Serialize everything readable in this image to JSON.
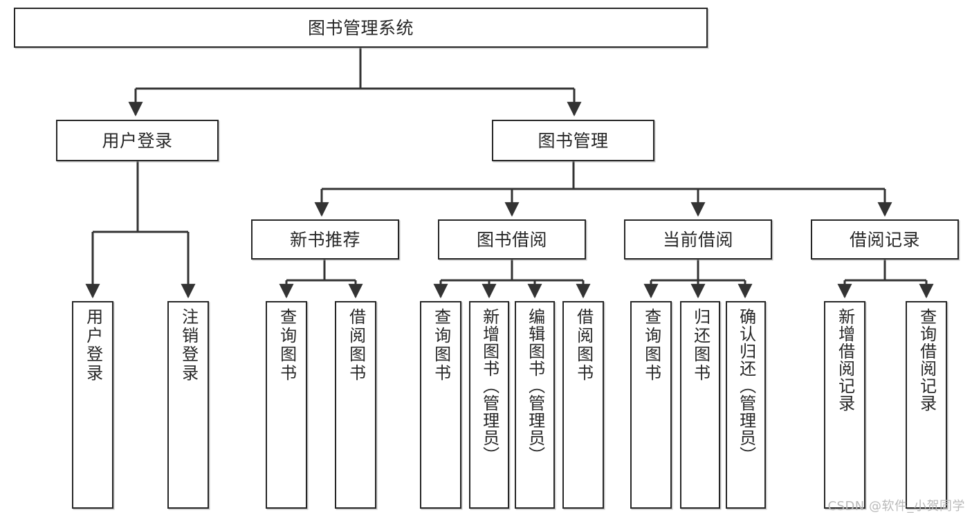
{
  "diagram": {
    "type": "tree",
    "title": "图书管理系统",
    "orientation": "top-down",
    "edge_style": "orthogonal-with-arrowheads",
    "colors": {
      "node_border": "#262626",
      "node_fill": "#ffffff",
      "edge": "#262626",
      "text": "#262626",
      "watermark": "#b9b9b9",
      "background": "#ffffff"
    },
    "root": {
      "label": "图书管理系统"
    },
    "level2": [
      {
        "label": "用户登录"
      },
      {
        "label": "图书管理"
      }
    ],
    "level3": [
      {
        "label": "新书推荐"
      },
      {
        "label": "图书借阅"
      },
      {
        "label": "当前借阅"
      },
      {
        "label": "借阅记录"
      }
    ],
    "leaves": {
      "user_login": [
        {
          "label": "用户登录"
        },
        {
          "label": "注销登录"
        }
      ],
      "new_book_recommend": [
        {
          "label": "查询图书"
        },
        {
          "label": "借阅图书"
        }
      ],
      "book_borrow": [
        {
          "label": "查询图书"
        },
        {
          "label": "新增图书（管理员）"
        },
        {
          "label": "编辑图书（管理员）"
        },
        {
          "label": "借阅图书"
        }
      ],
      "current_borrow": [
        {
          "label": "查询图书"
        },
        {
          "label": "归还图书"
        },
        {
          "label": "确认归还（管理员）"
        }
      ],
      "borrow_record": [
        {
          "label": "新增借阅记录"
        },
        {
          "label": "查询借阅记录"
        }
      ]
    },
    "watermark": "CSDN @软件_小贺同学"
  }
}
